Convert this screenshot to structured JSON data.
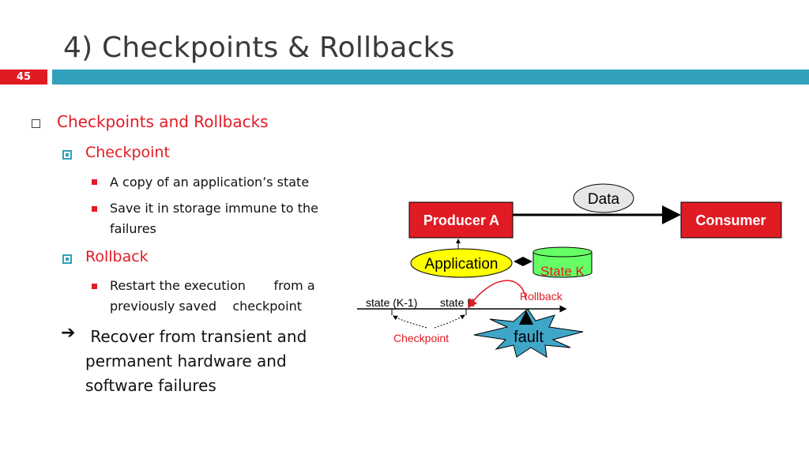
{
  "slide": {
    "title": "4) Checkpoints & Rollbacks",
    "number": "45"
  },
  "content": {
    "heading": "Checkpoints and Rollbacks",
    "checkpoint": {
      "label": "Checkpoint",
      "items": [
        "A copy of an application’s state",
        "Save it in storage immune to the",
        "failures"
      ]
    },
    "rollback": {
      "label": "Rollback",
      "items": [
        "Restart the execution       from a",
        "previously saved    checkpoint"
      ]
    },
    "conclusion": {
      "arrow": "➔",
      "lines": [
        " Recover from transient and",
        "permanent hardware and",
        "software failures"
      ]
    }
  },
  "diagram": {
    "data_label": "Data",
    "producer": "Producer A",
    "consumer": "Consumer",
    "application": "Application",
    "state_store": "State K",
    "rollback_label": "Rollback",
    "state_prev": "state (K-1)",
    "state_k": "state K",
    "checkpoint_label": "Checkpoint",
    "fault_label": "fault"
  },
  "colors": {
    "accent_red": "#e11b24",
    "bar_teal": "#31a0bb",
    "app_yellow": "#ffff00",
    "state_green": "#66ff66",
    "fault_blue": "#3fa6c8"
  }
}
